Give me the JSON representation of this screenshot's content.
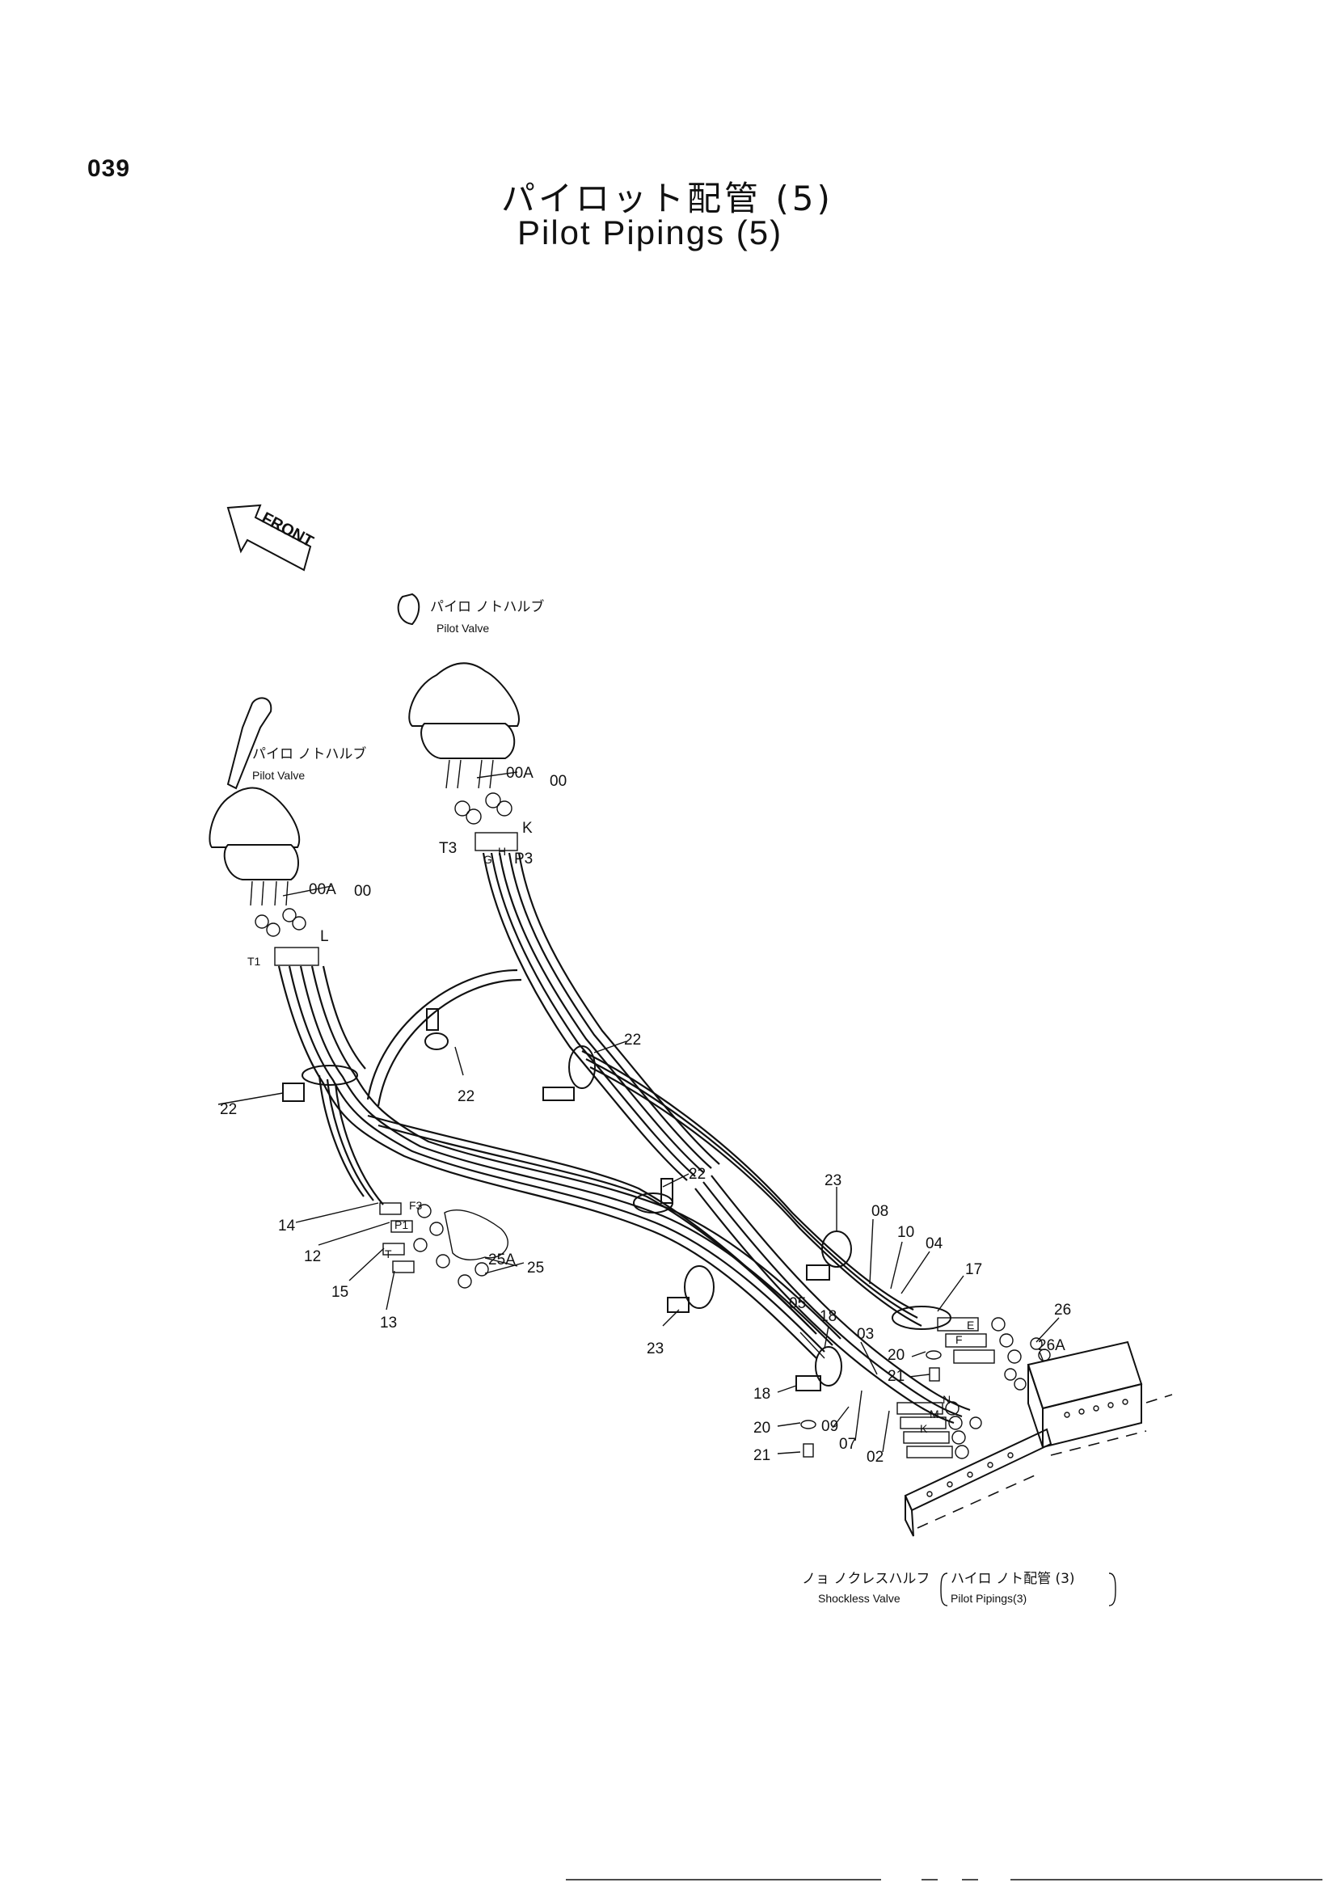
{
  "page_number": "039",
  "title_jp": "パイロット配管 (5)",
  "title_en": "Pilot Pipings (5)",
  "front_label": "FRONT",
  "valve_left": {
    "jp": "パイロ ノトハルブ",
    "en": "Pilot Valve"
  },
  "valve_right": {
    "jp": "パイロ ノトハルブ",
    "en": "Pilot Valve"
  },
  "bottom_ref": {
    "jp_left": "ノョ ノクレスハルフ",
    "en_left": "Shockless Valve",
    "jp_right": "ハイロ ノト配管 (3)",
    "en_right": "Pilot Pipings(3)"
  },
  "callouts": {
    "p00A_r": "00A",
    "p00_r": "00",
    "pK": "K",
    "pT3": "T3",
    "pP3": "P3",
    "p00A_l": "00A",
    "p00_l": "00",
    "pL": "L",
    "pT1": "T1",
    "p22a": "22",
    "p22b": "22",
    "p22c": "22",
    "p22d": "22",
    "p23a": "23",
    "p23b": "23",
    "p14": "14",
    "p12": "12",
    "p15": "15",
    "p13": "13",
    "p25A": "25A",
    "p25": "25",
    "p08": "08",
    "p10": "10",
    "p04": "04",
    "p17": "17",
    "p26": "26",
    "p26A": "26A",
    "p05": "05",
    "p18a": "18",
    "p03": "03",
    "p18b": "18",
    "p20a": "20",
    "p21a": "21",
    "p20b": "20",
    "p21b": "21",
    "p09": "09",
    "p07": "07",
    "p02": "02",
    "pF3": "F3",
    "pP1": "P1",
    "pT": "T",
    "pN": "N",
    "pM": "M",
    "pK2": "K",
    "pE": "E",
    "pF": "F",
    "pG": "G",
    "pH": "H"
  }
}
